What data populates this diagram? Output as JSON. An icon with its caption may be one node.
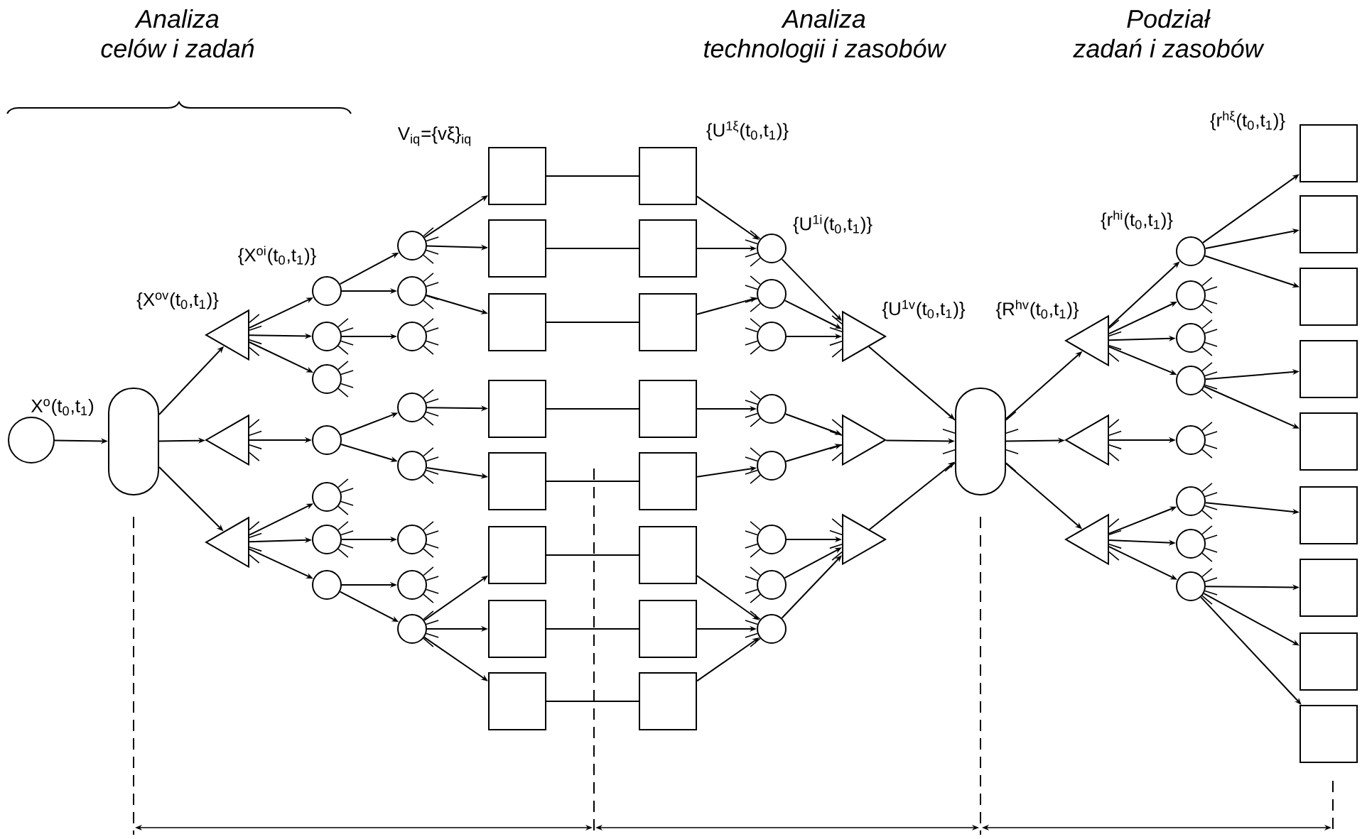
{
  "diagram": {
    "nodes": [
      {
        "text": [],
        "shape": "circle",
        "beside": [
          "X$^{o}$(t$_{0}$,t$_{1}$)"
        ]
      },
      {
        "text": [],
        "shape": "pill"
      },
      {
        "text": [],
        "shape": "triangle",
        "beside": [
          "{X$^{ov}$(t$_{0}$,t$_{1}$)}"
        ]
      },
      {
        "text": [],
        "shape": "triangle"
      },
      {
        "text": [],
        "shape": "triangle"
      },
      {
        "text": [],
        "shape": "circle",
        "beside": [
          "{X$^{oi}$(t$_{0}$,t$_{1}$)}"
        ]
      },
      {
        "text": [],
        "shape": "circle"
      },
      {
        "text": [],
        "shape": "circle"
      },
      {
        "text": [],
        "shape": "circle"
      },
      {
        "text": [],
        "shape": "circle"
      },
      {
        "text": [],
        "shape": "circle"
      },
      {
        "text": [],
        "shape": "circle"
      },
      {
        "text": [],
        "shape": "circle"
      },
      {
        "text": [],
        "shape": "circle"
      },
      {
        "text": [],
        "shape": "circle"
      },
      {
        "text": [],
        "shape": "circle"
      },
      {
        "text": [],
        "shape": "circle"
      },
      {
        "text": [],
        "shape": "circle"
      },
      {
        "text": [],
        "shape": "circle"
      },
      {
        "text": [],
        "shape": "circle"
      },
      {
        "text": [],
        "shape": "box",
        "beside": [
          "V$_{iq}$={vξ}$_{iq}$"
        ]
      },
      {
        "text": [],
        "shape": "box"
      },
      {
        "text": [],
        "shape": "box"
      },
      {
        "text": [],
        "shape": "box"
      },
      {
        "text": [],
        "shape": "box"
      },
      {
        "text": [],
        "shape": "box"
      },
      {
        "text": [],
        "shape": "box"
      },
      {
        "text": [],
        "shape": "box"
      },
      {
        "text": [],
        "shape": "box",
        "beside": [
          "{U$^{1ξ}$(t$_{0}$,t$_{1}$)}"
        ]
      },
      {
        "text": [],
        "shape": "box"
      },
      {
        "text": [],
        "shape": "box"
      },
      {
        "text": [],
        "shape": "box"
      },
      {
        "text": [],
        "shape": "box"
      },
      {
        "text": [],
        "shape": "box"
      },
      {
        "text": [],
        "shape": "box"
      },
      {
        "text": [],
        "shape": "box"
      },
      {
        "text": [],
        "shape": "circle",
        "beside": [
          "{U$^{1i}$(t$_{0}$,t$_{1}$)}"
        ]
      },
      {
        "text": [],
        "shape": "circle"
      },
      {
        "text": [],
        "shape": "circle"
      },
      {
        "text": [],
        "shape": "circle"
      },
      {
        "text": [],
        "shape": "circle"
      },
      {
        "text": [],
        "shape": "circle"
      },
      {
        "text": [],
        "shape": "circle"
      },
      {
        "text": [],
        "shape": "circle"
      },
      {
        "text": [],
        "shape": "triangle",
        "beside": [
          "{U$^{1v}$(t$_{0}$,t$_{1}$)}"
        ]
      },
      {
        "text": [],
        "shape": "triangle"
      },
      {
        "text": [],
        "shape": "triangle"
      },
      {
        "text": [],
        "shape": "pill"
      },
      {
        "text": [],
        "shape": "triangle"
      },
      {
        "text": [],
        "shape": "triangle"
      },
      {
        "text": [],
        "shape": "triangle"
      },
      {
        "text": [],
        "shape": "circle",
        "beside": [
          "{r$^{hi}$(t$_{0}$,t$_{1}$)}"
        ]
      },
      {
        "text": [],
        "shape": "circle"
      },
      {
        "text": [],
        "shape": "circle"
      },
      {
        "text": [],
        "shape": "circle"
      },
      {
        "text": [],
        "shape": "circle"
      },
      {
        "text": [],
        "shape": "circle"
      },
      {
        "text": [],
        "shape": "circle"
      },
      {
        "text": [],
        "shape": "circle"
      },
      {
        "text": [],
        "shape": "box",
        "beside": [
          "{r$^{hξ}$(t$_{0}$,t$_{1}$)}"
        ]
      },
      {
        "text": [],
        "shape": "box"
      },
      {
        "text": [],
        "shape": "box"
      },
      {
        "text": [],
        "shape": "box"
      },
      {
        "text": [],
        "shape": "box"
      },
      {
        "text": [],
        "shape": "box"
      },
      {
        "text": [],
        "shape": "box"
      },
      {
        "text": [],
        "shape": "box"
      },
      {
        "text": [],
        "shape": "box"
      }
    ],
    "edges": [
      {
        "from": 0,
        "to": 1,
        "arrow": "to"
      },
      {
        "from": 1,
        "to": 2,
        "arrow": "to"
      },
      {
        "from": 1,
        "to": 3,
        "arrow": "to"
      },
      {
        "from": 1,
        "to": 4,
        "arrow": "to"
      },
      {
        "from": 2,
        "to": 5,
        "arrow": "to"
      },
      {
        "from": 2,
        "to": 6,
        "arrow": "to"
      },
      {
        "from": 2,
        "to": 7,
        "arrow": "to"
      },
      {
        "from": 3,
        "to": 8,
        "arrow": "to"
      },
      {
        "from": 4,
        "to": 9,
        "arrow": "to"
      },
      {
        "from": 4,
        "to": 10,
        "arrow": "to"
      },
      {
        "from": 4,
        "to": 11,
        "arrow": "to"
      },
      {
        "from": 5,
        "to": 12,
        "arrow": "to"
      },
      {
        "from": 5,
        "to": 13,
        "arrow": "to"
      },
      {
        "from": 6,
        "to": 14,
        "arrow": "to"
      },
      {
        "from": 8,
        "to": 15,
        "arrow": "to"
      },
      {
        "from": 8,
        "to": 16,
        "arrow": "to"
      },
      {
        "from": 10,
        "to": 17,
        "arrow": "to"
      },
      {
        "from": 11,
        "to": 18,
        "arrow": "to"
      },
      {
        "from": 11,
        "to": 19,
        "arrow": "to"
      },
      {
        "from": 12,
        "to": 20,
        "arrow": "to"
      },
      {
        "from": 12,
        "to": 21,
        "arrow": "to"
      },
      {
        "from": 13,
        "to": 22,
        "arrow": "to"
      },
      {
        "from": 15,
        "to": 23,
        "arrow": "to"
      },
      {
        "from": 16,
        "to": 24,
        "arrow": "to"
      },
      {
        "from": 19,
        "to": 25,
        "arrow": "to"
      },
      {
        "from": 19,
        "to": 26,
        "arrow": "to"
      },
      {
        "from": 19,
        "to": 27,
        "arrow": "to"
      },
      {
        "from": 20,
        "to": 28,
        "arrow": "none"
      },
      {
        "from": 21,
        "to": 29,
        "arrow": "none"
      },
      {
        "from": 22,
        "to": 30,
        "arrow": "none"
      },
      {
        "from": 23,
        "to": 31,
        "arrow": "none"
      },
      {
        "from": 24,
        "to": 32,
        "arrow": "none"
      },
      {
        "from": 25,
        "to": 33,
        "arrow": "none"
      },
      {
        "from": 26,
        "to": 34,
        "arrow": "none"
      },
      {
        "from": 27,
        "to": 35,
        "arrow": "none"
      },
      {
        "from": 28,
        "to": 36,
        "arrow": "to"
      },
      {
        "from": 29,
        "to": 36,
        "arrow": "to"
      },
      {
        "from": 30,
        "to": 37,
        "arrow": "to"
      },
      {
        "from": 31,
        "to": 39,
        "arrow": "to"
      },
      {
        "from": 32,
        "to": 40,
        "arrow": "to"
      },
      {
        "from": 33,
        "to": 43,
        "arrow": "to"
      },
      {
        "from": 34,
        "to": 43,
        "arrow": "to"
      },
      {
        "from": 35,
        "to": 43,
        "arrow": "to"
      },
      {
        "from": 36,
        "to": 44,
        "arrow": "to"
      },
      {
        "from": 37,
        "to": 44,
        "arrow": "to"
      },
      {
        "from": 38,
        "to": 44,
        "arrow": "to"
      },
      {
        "from": 39,
        "to": 45,
        "arrow": "to"
      },
      {
        "from": 40,
        "to": 45,
        "arrow": "to"
      },
      {
        "from": 41,
        "to": 46,
        "arrow": "to"
      },
      {
        "from": 42,
        "to": 46,
        "arrow": "to"
      },
      {
        "from": 43,
        "to": 46,
        "arrow": "to"
      },
      {
        "from": 44,
        "to": 47,
        "arrow": "to"
      },
      {
        "from": 45,
        "to": 47,
        "arrow": "to"
      },
      {
        "from": 46,
        "to": 47,
        "arrow": "to"
      },
      {
        "from": 47,
        "to": 48,
        "arrow": "to"
      },
      {
        "from": 47,
        "to": 49,
        "arrow": "to"
      },
      {
        "from": 47,
        "to": 50,
        "arrow": "to"
      },
      {
        "from": 48,
        "to": 51,
        "arrow": "to"
      },
      {
        "from": 48,
        "to": 52,
        "arrow": "to"
      },
      {
        "from": 48,
        "to": 53,
        "arrow": "to"
      },
      {
        "from": 48,
        "to": 54,
        "arrow": "to"
      },
      {
        "from": 49,
        "to": 55,
        "arrow": "to"
      },
      {
        "from": 50,
        "to": 56,
        "arrow": "to"
      },
      {
        "from": 50,
        "to": 57,
        "arrow": "to"
      },
      {
        "from": 50,
        "to": 58,
        "arrow": "to"
      },
      {
        "from": 51,
        "to": 59,
        "arrow": "to"
      },
      {
        "from": 51,
        "to": 60,
        "arrow": "to"
      },
      {
        "from": 51,
        "to": 61,
        "arrow": "to"
      },
      {
        "from": 54,
        "to": 62,
        "arrow": "to"
      },
      {
        "from": 54,
        "to": 63,
        "arrow": "to"
      },
      {
        "from": 56,
        "to": 64,
        "arrow": "to"
      },
      {
        "from": 58,
        "to": 65,
        "arrow": "to"
      },
      {
        "from": 58,
        "to": 66,
        "arrow": "to"
      },
      {
        "from": 58,
        "to": 67,
        "arrow": "to"
      }
    ],
    "labels": [
      "Analiza celów i zadań",
      "Analiza technologii i zasobów",
      "Podział zadań i zasobów",
      "{R$^{hv}$(t$_{0}$,t$_{1}$)}"
    ]
  }
}
